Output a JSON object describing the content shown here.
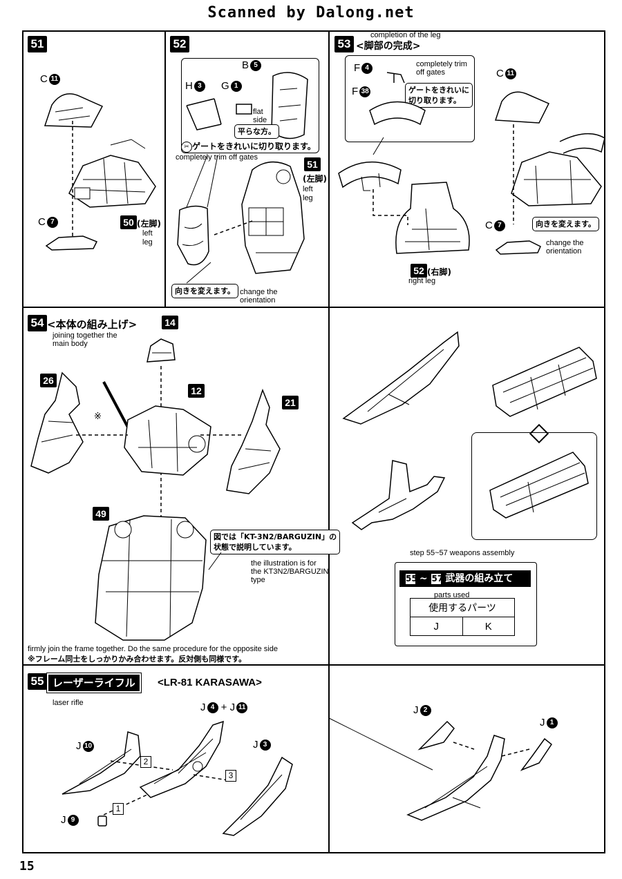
{
  "header": {
    "title": "Scanned by Dalong.net"
  },
  "page_number": "15",
  "s51": {
    "num": "51",
    "c11_letter": "C",
    "c11_num": "11",
    "c7_letter": "C",
    "c7_num": "7",
    "ref_num": "50",
    "ref_jp": "(左脚)",
    "ref_en1": "left",
    "ref_en2": "leg"
  },
  "s52": {
    "num": "52",
    "b5_letter": "B",
    "b5_num": "5",
    "h3_letter": "H",
    "h3_num": "3",
    "g1_letter": "G",
    "g1_num": "1",
    "flat_en1": "flat",
    "flat_en2": "side",
    "flat_jp": "平らな方。",
    "gate_jp": "ゲートをきれいに切り取ります。",
    "gate_en": "completely trim off gates",
    "ref_num": "51",
    "ref_jp": "(左脚)",
    "ref_en1": "left",
    "ref_en2": "leg",
    "orient_jp": "向きを変えます。",
    "orient_en1": "change the",
    "orient_en2": "orientation"
  },
  "s53": {
    "num": "53",
    "title_en": "completion of the leg",
    "title_jp": "<脚部の完成>",
    "f4_letter": "F",
    "f4_num": "4",
    "f38_letter": "F",
    "f38_num": "38",
    "trim_en1": "completely trim",
    "trim_en2": "off gates",
    "gate_jp1": "ゲートをきれいに",
    "gate_jp2": "切り取ります。",
    "ref_num": "52",
    "ref_jp": "(右脚)",
    "ref_en": "right leg",
    "c11_letter": "C",
    "c11_num": "11",
    "c7_letter": "C",
    "c7_num": "7",
    "orient_jp": "向きを変えます。",
    "orient_en1": "change the",
    "orient_en2": "orientation"
  },
  "s54": {
    "num": "54",
    "title_jp": "<本体の組み上げ>",
    "title_en1": "joining together the",
    "title_en2": "main body",
    "p14": "14",
    "p26": "26",
    "p12": "12",
    "p21": "21",
    "p49": "49",
    "asterisk": "※",
    "note_jp1": "図では「KT-3N2/BARGUZIN」の",
    "note_jp2": "状態で説明しています。",
    "note_en1": "the illustration is for",
    "note_en2": "the KT3N2/BARGUZIN",
    "note_en3": "type",
    "footer_en": "firmly join the frame together.  Do the same procedure for the opposite side",
    "footer_jp": "※フレーム同士をしっかりかみ合わせます。反対側も同様です。"
  },
  "weapons": {
    "step_en": "step 55~57 weapons assembly",
    "from": "55",
    "tilde": "~",
    "to": "57",
    "title_jp": "武器の組み立て",
    "parts_en": "parts used",
    "parts_jp": "使用するパーツ",
    "parts": [
      "J",
      "K"
    ]
  },
  "s55": {
    "num": "55",
    "title_jp": "レーザーライフル",
    "title_en": "<LR-81 KARASAWA>",
    "subtitle_en": "laser rifle",
    "j4_letter": "J",
    "j4_num": "4",
    "plus": "+",
    "j11_letter": "J",
    "j11_num": "11",
    "j10_letter": "J",
    "j10_num": "10",
    "j3_letter": "J",
    "j3_num": "3",
    "j9_letter": "J",
    "j9_num": "9",
    "j2_letter": "J",
    "j2_num": "2",
    "j1_letter": "J",
    "j1_num": "1",
    "order1": "1",
    "order2": "2",
    "order3": "3"
  }
}
